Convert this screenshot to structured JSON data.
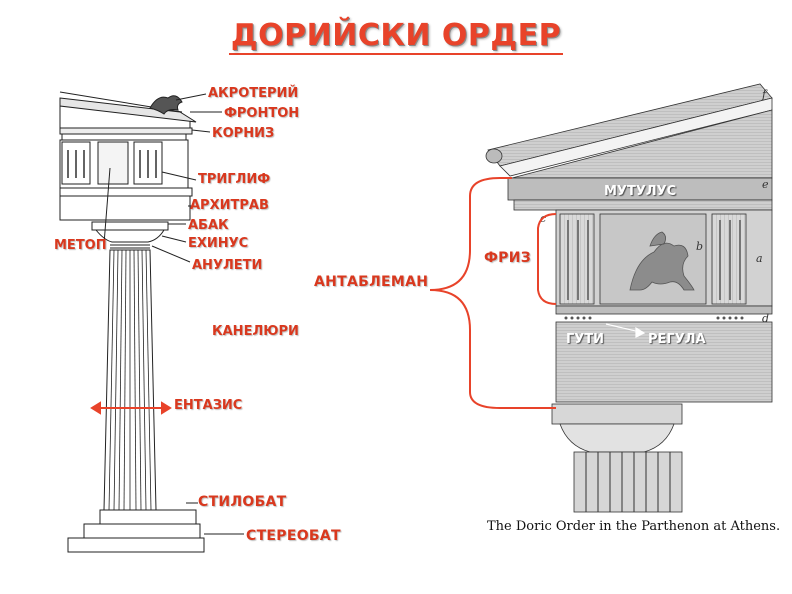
{
  "title": "ДОРИЙСКИ ОРДЕР",
  "labels": {
    "akroterij": "АКРОТЕРИЙ",
    "fronton": "ФРОНТОН",
    "korniz": "КОРНИЗ",
    "triglif": "ТРИГЛИФ",
    "arhitrav": "АРХИТРАВ",
    "abak": "АБАК",
    "metop": "МЕТОП",
    "ehinus": "ЕХИНУС",
    "anuleti": "АНУЛЕТИ",
    "kaneljuri": "КАНЕЛЮРИ",
    "entazis": "ЕНТАЗИС",
    "stilobat": "СТИЛОБАТ",
    "stereobat": "СТЕРЕОБАТ",
    "antablemanan": "АНТАБЛЕМАН",
    "friz": "ФРИЗ",
    "mutulus": "МУТУЛУС",
    "guti": "ГУТИ",
    "regula": "РЕГУЛА"
  },
  "caption": "The Doric Order in the Parthenon at Athens.",
  "engraving_letters": [
    "f",
    "e",
    "a",
    "b",
    "c",
    "d"
  ],
  "colors": {
    "accent": "#e8432a",
    "leader": "#d9381e",
    "ink": "#222222"
  }
}
